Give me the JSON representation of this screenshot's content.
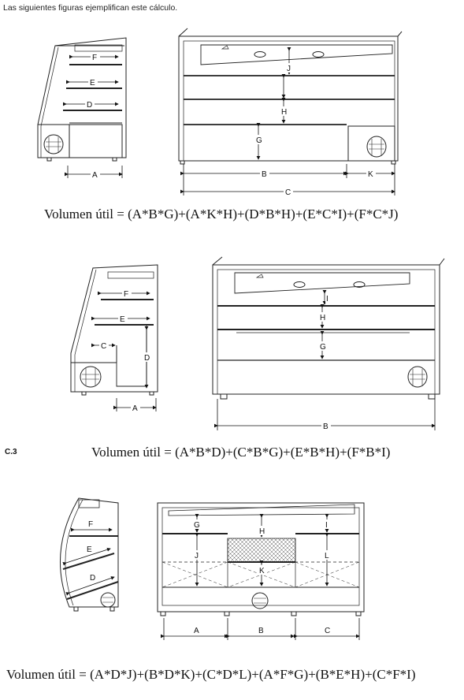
{
  "intro_text": "Las siguientes figuras ejemplifican este cálculo.",
  "figure1": {
    "formula": "Volumen útil = (A*B*G)+(A*K*H)+(D*B*H)+(E*C*I)+(F*C*J)",
    "side_labels": {
      "F": "F",
      "E": "E",
      "D": "D",
      "A": "A"
    },
    "front_labels": {
      "J": "J",
      "H": "H",
      "G": "G",
      "B": "B",
      "K": "K",
      "C": "C"
    }
  },
  "figure2": {
    "tag": "C.3",
    "formula": "Volumen útil = (A*B*D)+(C*B*G)+(E*B*H)+(F*B*I)",
    "side_labels": {
      "F": "F",
      "E": "E",
      "C": "C",
      "D": "D",
      "A": "A"
    },
    "front_labels": {
      "I": "I",
      "H": "H",
      "G": "G",
      "B": "B"
    }
  },
  "figure3": {
    "formula": "Volumen útil = (A*D*J)+(B*D*K)+(C*D*L)+(A*F*G)+(B*E*H)+(C*F*I)",
    "side_labels": {
      "F": "F",
      "E": "E",
      "D": "D"
    },
    "front_labels": {
      "G": "G",
      "H": "H",
      "I": "I",
      "J": "J",
      "K": "K",
      "L": "L",
      "A": "A",
      "B": "B",
      "C": "C"
    }
  }
}
